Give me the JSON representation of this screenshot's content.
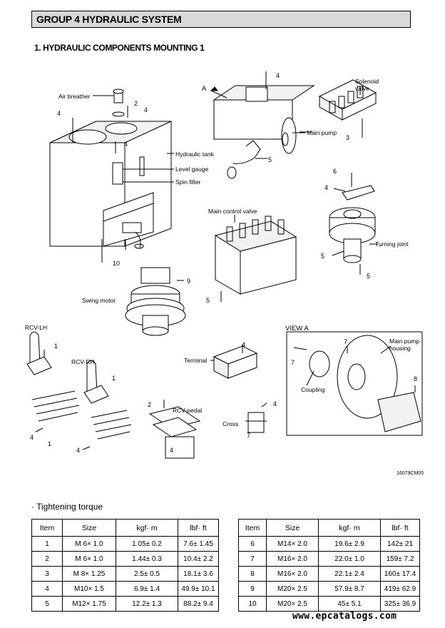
{
  "header": {
    "group_title": "GROUP 4 HYDRAULIC SYSTEM"
  },
  "section": {
    "title": "1. HYDRAULIC COMPONENTS MOUNTING 1"
  },
  "diagram": {
    "labels": {
      "air_breather": "Air breather",
      "hydraulic_tank": "Hydraulic tank",
      "level_gauge": "Level gauge",
      "spin_filter": "Spin filter",
      "main_pump": "Main pump",
      "solenoid_valve_1": "Solenoid",
      "solenoid_valve_2": "valve",
      "main_control_valve": "Main control valve",
      "turning_joint": "Turning joint",
      "swing_motor": "Swing motor",
      "rcv_lh": "RCV-LH",
      "rcv_rh": "RCV-RH",
      "terminal": "Terminal",
      "rcv_pedal": "RCV-pedal",
      "cross": "Cross",
      "view_a": "VIEW A",
      "arrow_a": "A",
      "main_pump_housing_1": "Main pump",
      "main_pump_housing_2": "housing",
      "coupling": "Coupling"
    },
    "numbers": [
      "1",
      "2",
      "3",
      "4",
      "5",
      "6",
      "7",
      "8",
      "9",
      "10"
    ],
    "figure_code": "16079CM05"
  },
  "torque": {
    "title": "· Tightening torque",
    "headers": [
      "Item",
      "Size",
      "kgf· m",
      "lbf· ft"
    ],
    "left_rows": [
      [
        "1",
        "M 6× 1.0",
        "1.05± 0.2",
        "7.6± 1.45"
      ],
      [
        "2",
        "M 6× 1.0",
        "1.44± 0.3",
        "10.4± 2.2"
      ],
      [
        "3",
        "M 8× 1.25",
        "2.5± 0.5",
        "18.1± 3.6"
      ],
      [
        "4",
        "M10× 1.5",
        "6.9± 1.4",
        "49.9± 10.1"
      ],
      [
        "5",
        "M12× 1.75",
        "12.2± 1.3",
        "88.2± 9.4"
      ]
    ],
    "right_rows": [
      [
        "6",
        "M14× 2.0",
        "19.6± 2.9",
        "142± 21"
      ],
      [
        "7",
        "M16× 2.0",
        "22.0± 1.0",
        "159± 7.2"
      ],
      [
        "8",
        "M16× 2.0",
        "22.1± 2.4",
        "160± 17.4"
      ],
      [
        "9",
        "M20× 2.5",
        "57.9± 8.7",
        "419± 62.9"
      ],
      [
        "10",
        "M20× 2.5",
        "45± 5.1",
        "325± 36.9"
      ]
    ]
  },
  "footer": {
    "watermark": "www.epcatalogs.com"
  }
}
